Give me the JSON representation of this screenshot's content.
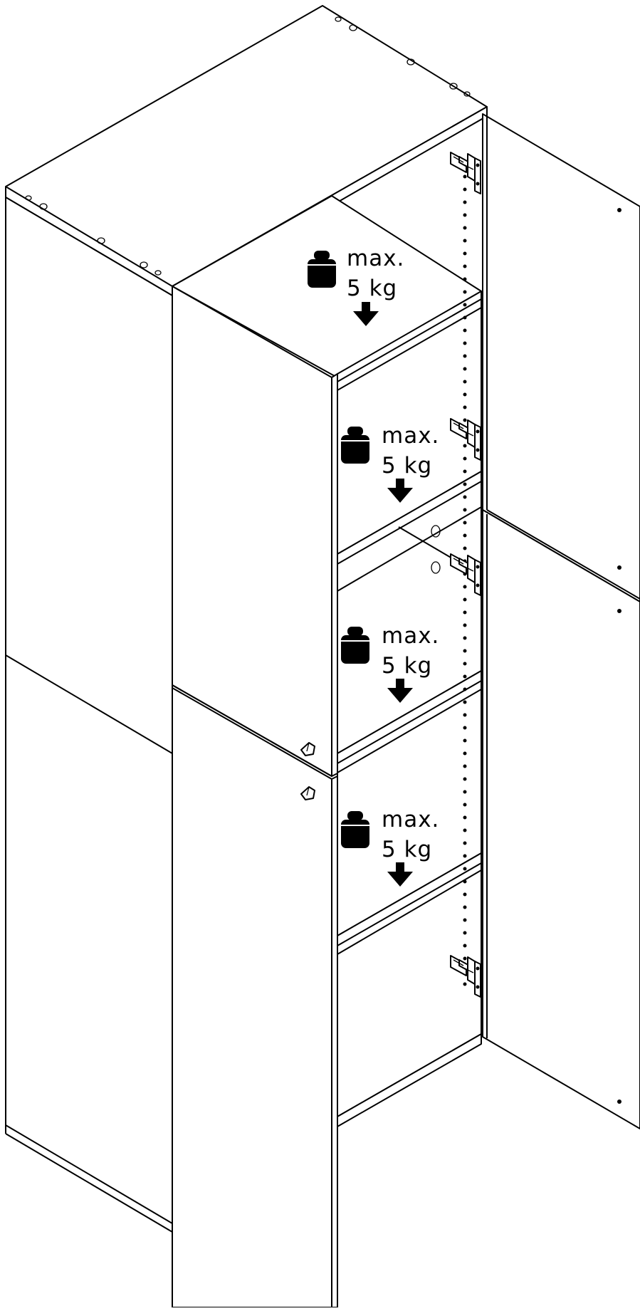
{
  "labels": {
    "max": "max.",
    "weight": "5 kg"
  },
  "load_limits": [
    {
      "shelf": 1,
      "max_text": "max.",
      "weight_text": "5 kg"
    },
    {
      "shelf": 2,
      "max_text": "max.",
      "weight_text": "5 kg"
    },
    {
      "shelf": 3,
      "max_text": "max.",
      "weight_text": "5 kg"
    },
    {
      "shelf": 4,
      "max_text": "max.",
      "weight_text": "5 kg"
    }
  ],
  "icons": [
    "weight-icon",
    "down-arrow-icon",
    "hinge-icon",
    "door-bumper-icon",
    "shelf-pin-hole-icon"
  ],
  "colors": {
    "line": "#000000",
    "background": "#ffffff"
  }
}
